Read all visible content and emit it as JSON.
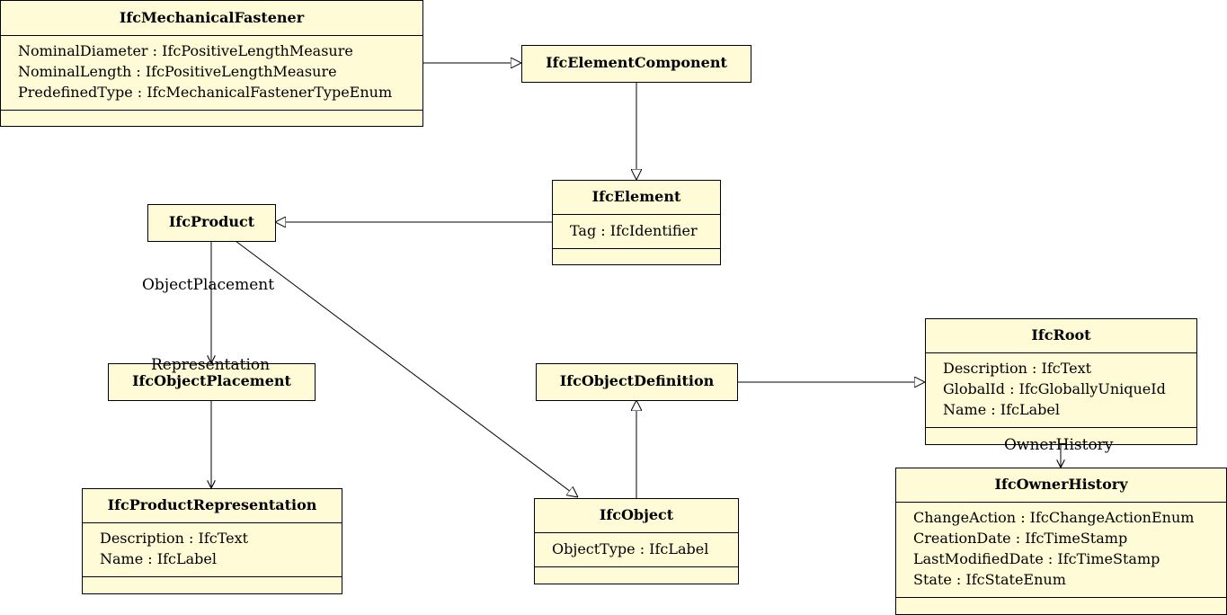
{
  "classes": {
    "mechanical_fastener": {
      "name": "IfcMechanicalFastener",
      "attributes": [
        "NominalDiameter : IfcPositiveLengthMeasure",
        "NominalLength : IfcPositiveLengthMeasure",
        "PredefinedType : IfcMechanicalFastenerTypeEnum"
      ]
    },
    "element_component": {
      "name": "IfcElementComponent",
      "attributes": []
    },
    "element": {
      "name": "IfcElement",
      "attributes": [
        "Tag : IfcIdentifier"
      ]
    },
    "product": {
      "name": "IfcProduct",
      "attributes": []
    },
    "object_placement": {
      "name": "IfcObjectPlacement",
      "attributes": []
    },
    "product_representation": {
      "name": "IfcProductRepresentation",
      "attributes": [
        "Description : IfcText",
        "Name : IfcLabel"
      ]
    },
    "object_definition": {
      "name": "IfcObjectDefinition",
      "attributes": []
    },
    "object": {
      "name": "IfcObject",
      "attributes": [
        "ObjectType : IfcLabel"
      ]
    },
    "root": {
      "name": "IfcRoot",
      "attributes": [
        "Description : IfcText",
        "GlobalId : IfcGloballyUniqueId",
        "Name : IfcLabel"
      ]
    },
    "owner_history": {
      "name": "IfcOwnerHistory",
      "attributes": [
        "ChangeAction : IfcChangeActionEnum",
        "CreationDate : IfcTimeStamp",
        "LastModifiedDate : IfcTimeStamp",
        "State : IfcStateEnum"
      ]
    }
  },
  "relations": {
    "object_placement": "ObjectPlacement",
    "representation": "Representation",
    "owner_history": "OwnerHistory"
  },
  "colors": {
    "class_fill": "#fffbd6",
    "line": "#000000"
  }
}
